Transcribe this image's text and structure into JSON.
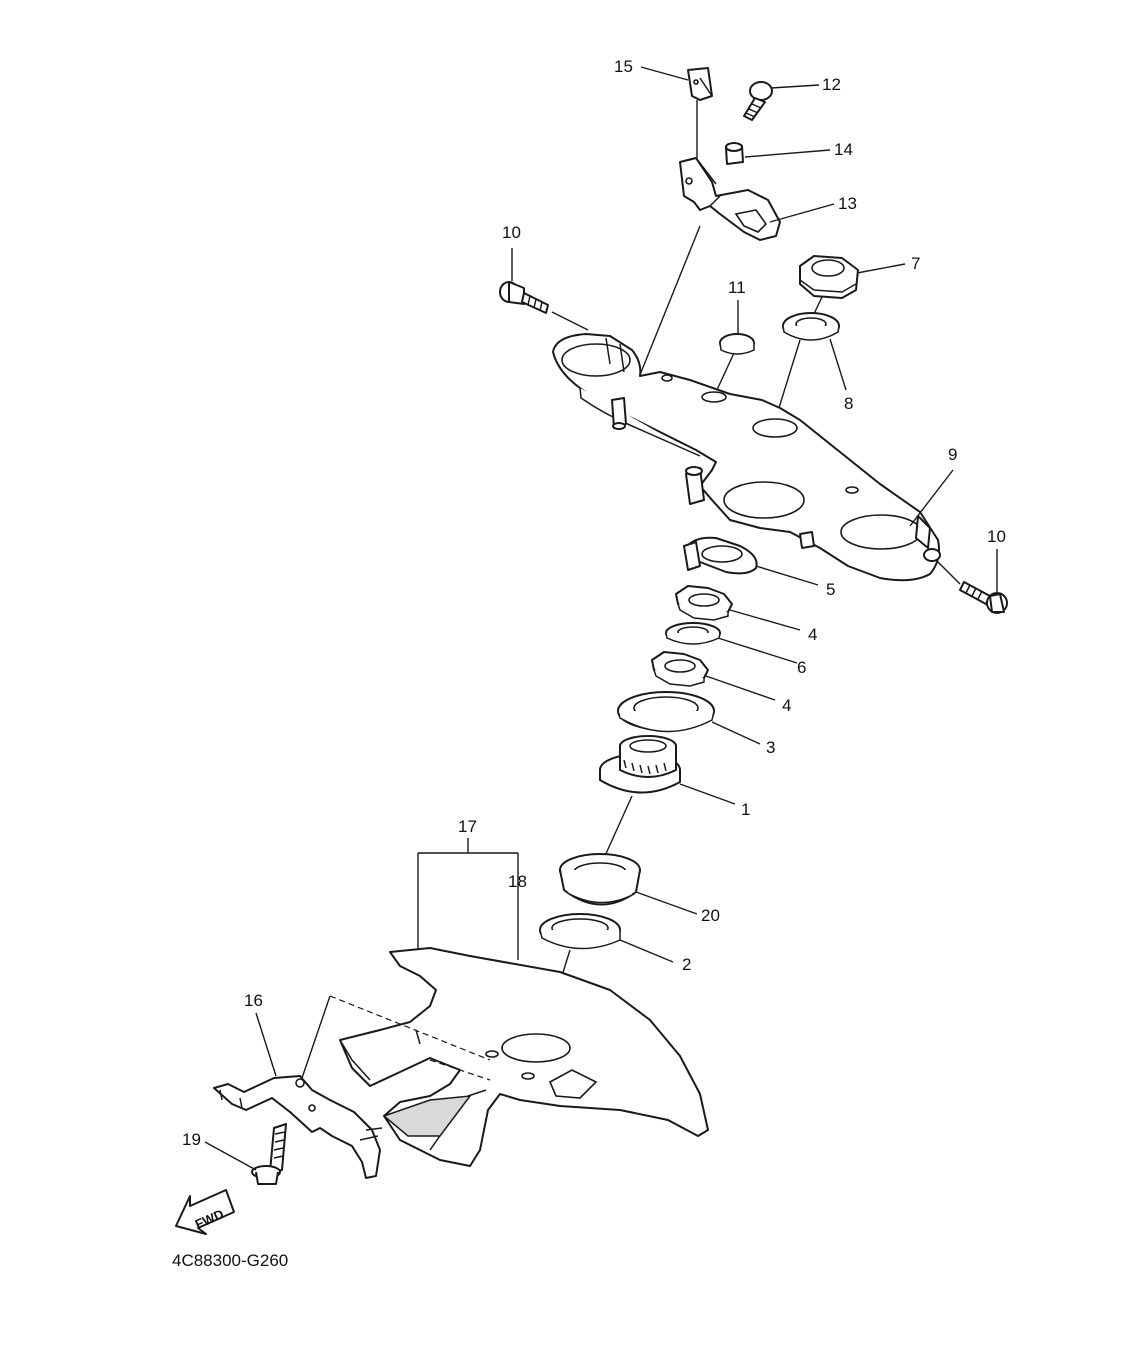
{
  "diagram": {
    "code": "4C88300-G260",
    "fwd_label": "FWD",
    "callouts": {
      "c1": "1",
      "c2": "2",
      "c3": "3",
      "c4a": "4",
      "c4b": "4",
      "c5": "5",
      "c6": "6",
      "c7": "7",
      "c8": "8",
      "c9": "9",
      "c10a": "10",
      "c10b": "10",
      "c11": "11",
      "c12": "12",
      "c13": "13",
      "c14": "14",
      "c15": "15",
      "c16": "16",
      "c17": "17",
      "c18": "18",
      "c19": "19",
      "c20": "20"
    }
  }
}
